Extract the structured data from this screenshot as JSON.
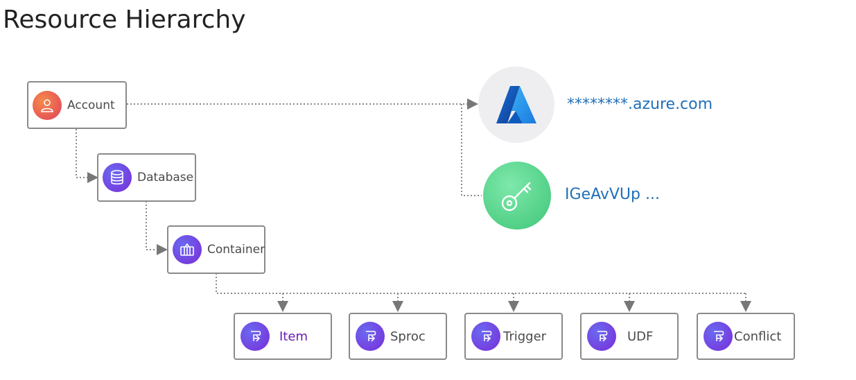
{
  "title": "Resource Hierarchy",
  "nodes": {
    "account": "Account",
    "database": "Database",
    "container": "Container"
  },
  "children": [
    {
      "label": "Item"
    },
    {
      "label": "Sproc"
    },
    {
      "label": "Trigger"
    },
    {
      "label": "UDF"
    },
    {
      "label": "Conflict"
    }
  ],
  "endpoint": {
    "uri": "********.azure.com",
    "key": "IGeAvVUp ..."
  },
  "colors": {
    "accent_purple": "#7a2bd8",
    "account_orange": "#e0405a",
    "link_blue": "#1f6fb7",
    "key_green": "#5ed88f",
    "active_label": "#6a1bb0"
  },
  "icons": {
    "account": "user-icon",
    "database": "database-icon",
    "container": "container-icon",
    "child": "document-arrow-icon",
    "azure": "azure-logo-icon",
    "key": "key-icon"
  }
}
